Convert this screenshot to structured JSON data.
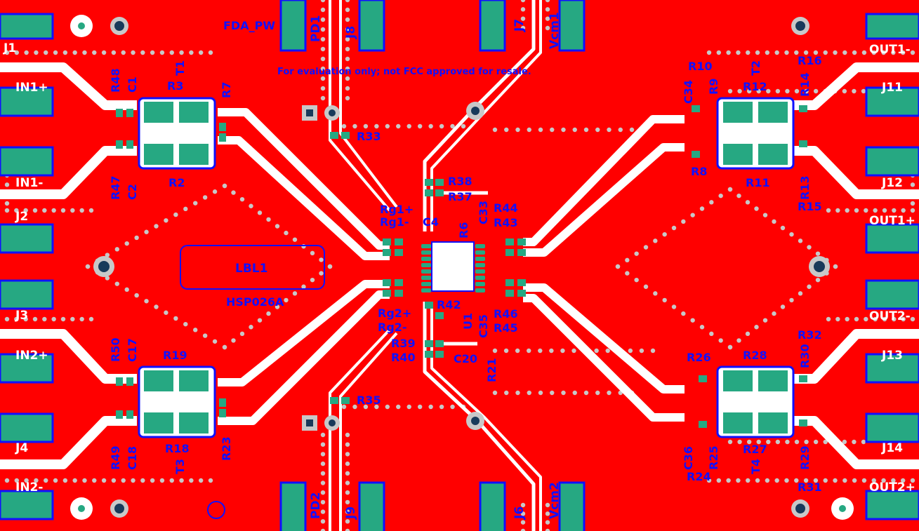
{
  "board": {
    "title": "FDA_PW",
    "notice": "For evaluation only; not FCC approved for resale.",
    "label_box": "LBL1",
    "part_number": "HSP026A",
    "colors": {
      "copper": "#ff0000",
      "trace": "#ffffff",
      "pad": "#26a882",
      "silk": "#1010ff",
      "via": "#c8c8c8"
    }
  },
  "connectors": {
    "left": [
      "J1",
      "IN1+",
      "J2",
      "J3",
      "IN2+",
      "J4",
      "IN2-"
    ],
    "in1_minus": "IN1-",
    "right": [
      "OUT1-",
      "J11",
      "J12",
      "OUT1+",
      "OUT2-",
      "J13",
      "J14",
      "OUT2+"
    ],
    "top": [
      "PD1",
      "J8",
      "J7",
      "Vcm1"
    ],
    "bottom": [
      "PD2",
      "J9",
      "J6",
      "Vcm2"
    ]
  },
  "components": {
    "transformers": [
      "T1",
      "T2",
      "T3",
      "T4"
    ],
    "resistors": [
      "R48",
      "R3",
      "R7",
      "R47",
      "R2",
      "R50",
      "R19",
      "R49",
      "R18",
      "R23",
      "R10",
      "R9",
      "R12",
      "R16",
      "R14",
      "R8",
      "R11",
      "R13",
      "R15",
      "R26",
      "R28",
      "R32",
      "R30",
      "R25",
      "R27",
      "R29",
      "R24",
      "R31",
      "R33",
      "R35",
      "R38",
      "R37",
      "R44",
      "R43",
      "Rg1+",
      "Rg1-",
      "R6",
      "R42",
      "R46",
      "R45",
      "Rg2+",
      "Rg2-",
      "R39",
      "R40",
      "R21"
    ],
    "capacitors": [
      "C1",
      "C2",
      "C17",
      "C18",
      "C34",
      "C36",
      "C4",
      "C33",
      "C35",
      "C20"
    ],
    "ic": "U1"
  }
}
